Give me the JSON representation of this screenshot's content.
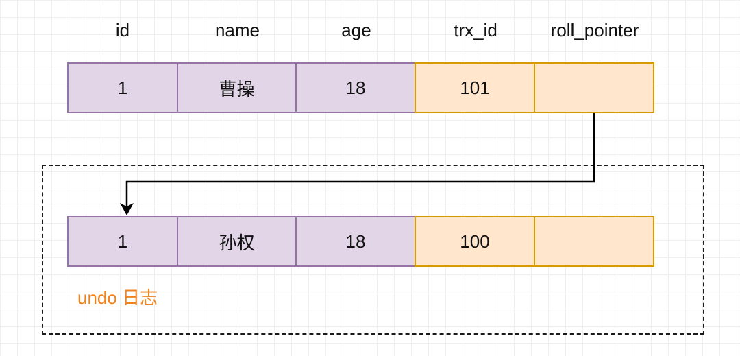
{
  "columns": [
    "id",
    "name",
    "age",
    "trx_id",
    "roll_pointer"
  ],
  "current_row": {
    "cells": [
      "1",
      "曹操",
      "18",
      "101",
      ""
    ]
  },
  "undo_log": {
    "label": "undo 日志",
    "row": {
      "cells": [
        "1",
        "孙权",
        "18",
        "100",
        ""
      ]
    }
  },
  "colors": {
    "purple_fill": "#e1d5e7",
    "purple_border": "#9673a6",
    "orange_fill": "#ffe6cc",
    "orange_border": "#d79b00",
    "undo_label": "#f0831d"
  }
}
